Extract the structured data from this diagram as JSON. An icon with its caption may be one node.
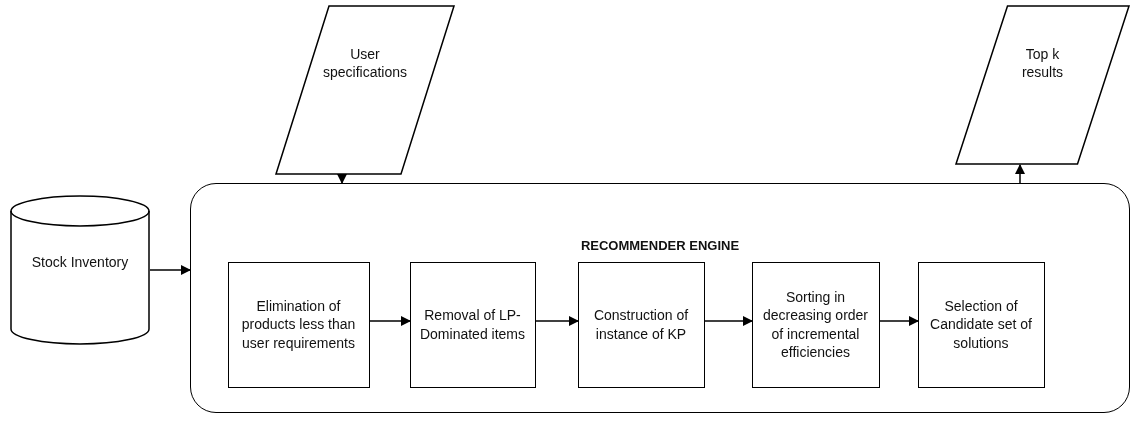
{
  "diagram": {
    "nodes": [
      {
        "text": [
          "User specifications"
        ]
      },
      {
        "text": [
          "Top k results"
        ]
      },
      {
        "text": [
          "Stock Inventory"
        ]
      },
      {
        "text": [
          "RECOMMENDER ENGINE"
        ]
      },
      {
        "text": [
          "Elimination of products less than user requirements"
        ],
        "in": 3
      },
      {
        "text": [
          "Removal of LP-Dominated items"
        ],
        "in": 3
      },
      {
        "text": [
          "Construction of instance of KP"
        ],
        "in": 3
      },
      {
        "text": [
          "Sorting in decreasing order of incremental efficiencies"
        ],
        "in": 3
      },
      {
        "text": [
          "Selection of Candidate set of solutions"
        ],
        "in": 3
      }
    ],
    "edges": [
      {
        "from": 0,
        "to": 3,
        "arrow": "to"
      },
      {
        "from": 3,
        "to": 1,
        "arrow": "to"
      },
      {
        "from": 2,
        "to": 3,
        "arrow": "to"
      },
      {
        "from": 4,
        "to": 5,
        "arrow": "to"
      },
      {
        "from": 5,
        "to": 6,
        "arrow": "to"
      },
      {
        "from": 6,
        "to": 7,
        "arrow": "to"
      },
      {
        "from": 7,
        "to": 8,
        "arrow": "to"
      }
    ]
  }
}
